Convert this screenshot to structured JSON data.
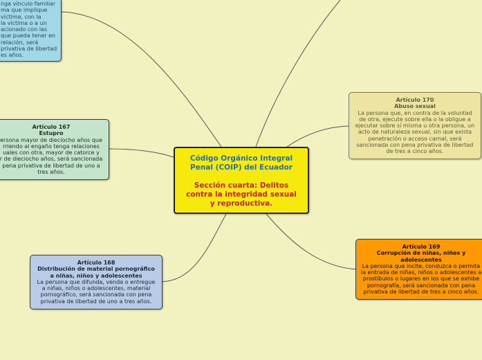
{
  "central": {
    "title_lines": [
      "Código Orgánico Integral",
      "Penal (COIP) del Ecuador"
    ],
    "subtitle_lines": [
      "Sección cuarta: Delitos",
      "contra la integridad sexual",
      "y reproductiva."
    ]
  },
  "nodes": {
    "top_left": {
      "color": "#a0d8e8",
      "lines": [
        "nga vínculo familiar",
        "ma que implique",
        "víctima, con la",
        "la víctima o a un",
        "acionado con las",
        "que pueda tener en",
        "relación, será",
        "privativa de libertad",
        "es años."
      ]
    },
    "art167": {
      "color": "#c4e4cc",
      "title": "Artículo 167",
      "subtitle": "Estupro",
      "lines": [
        "ersona mayor de dieciocho años que",
        "rriendo al engaño tenga relaciones",
        "uales con otra, mayor de catorce y",
        "r de dieciocho años, será sancionada",
        "pena privativa de libertad de uno a",
        "tres años."
      ]
    },
    "art170": {
      "color": "#ece4a0",
      "title": "Artículo 170",
      "subtitle": "Abuso sexual",
      "lines": [
        "La persona que, en contra de la voluntad",
        "de otra, ejecute sobre ella o la obligue a",
        "ejecutar sobre sí misma u otra persona, un",
        "acto de naturaleza sexual, sin que exista",
        "penetración o acceso carnal, será",
        "sancionada con pena privativa de libertad",
        "de tres a cinco años."
      ]
    },
    "art168": {
      "color": "#b8cce8",
      "title": "Artículo 168",
      "subtitle_lines": [
        "Distribución de material pornográfico",
        "a niñas, niños y adolescentes"
      ],
      "lines": [
        "La persona que difunda, venda o entregue",
        "a niñas, niños o adolescentes, material",
        "pornográfico, será sancionada con pena",
        "privativa de libertad de uno a tres años."
      ]
    },
    "art169": {
      "color": "#ff9900",
      "title": "Artículo 169",
      "subtitle_lines": [
        "Corrupción de niñas, niños y",
        "adolescentes"
      ],
      "lines": [
        "La persona que incite, conduzca o permita",
        "la entrada de niñas, niños o adolescentes a",
        "prostíbulos o lugares en los que se exhibe",
        "pornografía, será sancionada con pena",
        "privativa de libertad de tres a cinco años."
      ]
    }
  }
}
